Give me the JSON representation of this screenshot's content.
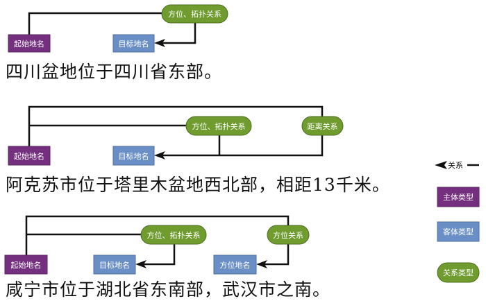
{
  "colors": {
    "subject": "#74307f",
    "object": "#6a8fc6",
    "relation": "#6f9b2f",
    "line": "#111111",
    "text": "#ffffff"
  },
  "examples": [
    {
      "start_node": "起始地名",
      "relations": [
        "方位、拓扑关系"
      ],
      "targets": [
        "目标地名"
      ],
      "sentence": "四川盆地位于四川省东部。"
    },
    {
      "start_node": "起始地名",
      "relations": [
        "方位、拓扑关系",
        "距离关系"
      ],
      "targets": [
        "目标地名"
      ],
      "sentence": "阿克苏市位于塔里木盆地西北部，相距13千米。"
    },
    {
      "start_node": "起始地名",
      "relations": [
        "方位、拓扑关系",
        "方位关系"
      ],
      "targets": [
        "目标地名",
        "方位地名"
      ],
      "sentence": "咸宁市位于湖北省东南部，武汉市之南。"
    }
  ],
  "legend": {
    "relation_arrow": "关系",
    "subject_type": "主体类型",
    "object_type": "客体类型",
    "relation_type": "关系类型"
  }
}
